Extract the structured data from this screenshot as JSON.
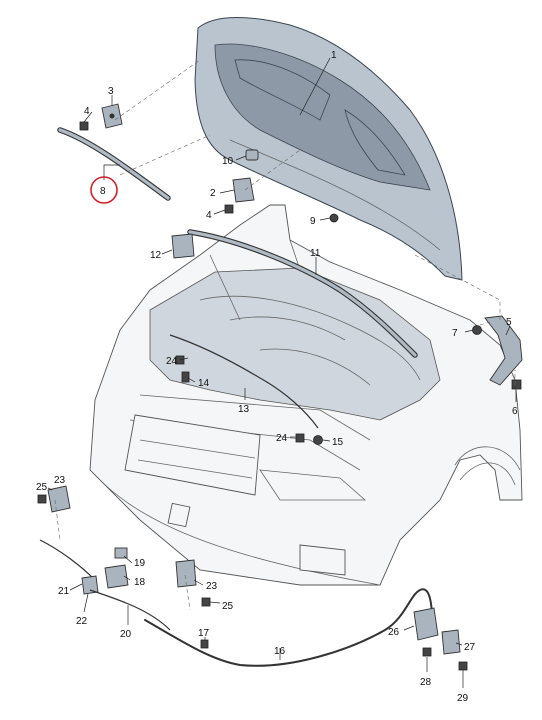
{
  "diagram": {
    "highlight_color": "#d0202a",
    "highlighted_label": "8",
    "labels": [
      {
        "id": "1",
        "text": "1"
      },
      {
        "id": "2",
        "text": "2"
      },
      {
        "id": "3",
        "text": "3"
      },
      {
        "id": "4a",
        "text": "4"
      },
      {
        "id": "4b",
        "text": "4"
      },
      {
        "id": "5",
        "text": "5"
      },
      {
        "id": "6",
        "text": "6"
      },
      {
        "id": "7",
        "text": "7"
      },
      {
        "id": "8",
        "text": "8"
      },
      {
        "id": "9",
        "text": "9"
      },
      {
        "id": "10",
        "text": "10"
      },
      {
        "id": "11",
        "text": "11"
      },
      {
        "id": "12",
        "text": "12"
      },
      {
        "id": "13",
        "text": "13"
      },
      {
        "id": "14",
        "text": "14"
      },
      {
        "id": "15",
        "text": "15"
      },
      {
        "id": "16",
        "text": "16"
      },
      {
        "id": "17",
        "text": "17"
      },
      {
        "id": "18",
        "text": "18"
      },
      {
        "id": "19",
        "text": "19"
      },
      {
        "id": "20",
        "text": "20"
      },
      {
        "id": "21",
        "text": "21"
      },
      {
        "id": "22",
        "text": "22"
      },
      {
        "id": "23a",
        "text": "23"
      },
      {
        "id": "23b",
        "text": "23"
      },
      {
        "id": "24a",
        "text": "24"
      },
      {
        "id": "24b",
        "text": "24"
      },
      {
        "id": "25a",
        "text": "25"
      },
      {
        "id": "25b",
        "text": "25"
      },
      {
        "id": "26",
        "text": "26"
      },
      {
        "id": "27",
        "text": "27"
      },
      {
        "id": "28",
        "text": "28"
      },
      {
        "id": "29",
        "text": "29"
      }
    ]
  }
}
